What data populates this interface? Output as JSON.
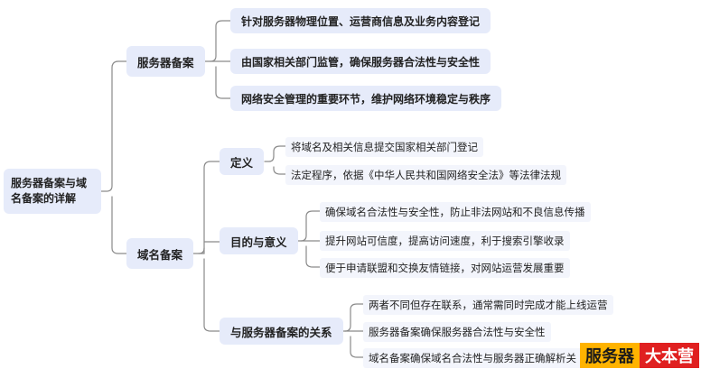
{
  "root": {
    "label": "服务器备案与域名备案的详解"
  },
  "server_filing": {
    "label": "服务器备案",
    "items": [
      "针对服务器物理位置、运营商信息及业务内容登记",
      "由国家相关部门监管，确保服务器合法性与安全性",
      "网络安全管理的重要环节，维护网络环境稳定与秩序"
    ]
  },
  "domain_filing": {
    "label": "域名备案",
    "definition": {
      "label": "定义",
      "items": [
        "将域名及相关信息提交国家相关部门登记",
        "法定程序，依据《中华人民共和国网络安全法》等法律法规"
      ]
    },
    "purpose": {
      "label": "目的与意义",
      "items": [
        "确保域名合法性与安全性，防止非法网站和不良信息传播",
        "提升网站可信度，提高访问速度，利于搜索引擎收录",
        "便于申请联盟和交换友情链接，对网站运营发展重要"
      ]
    },
    "relation": {
      "label": "与服务器备案的关系",
      "items": [
        "两者不同但存在联系，通常需同时完成才能上线运营",
        "服务器备案确保服务器合法性与安全性",
        "域名备案确保域名合法性与服务器正确解析关"
      ]
    }
  },
  "watermark": {
    "part1": "服务器",
    "part2": "大本营",
    "color1": "#ffb300",
    "color2": "#e02020"
  },
  "colors": {
    "node_fill": "#e6ebfa",
    "connector": "#8a8a8a"
  }
}
